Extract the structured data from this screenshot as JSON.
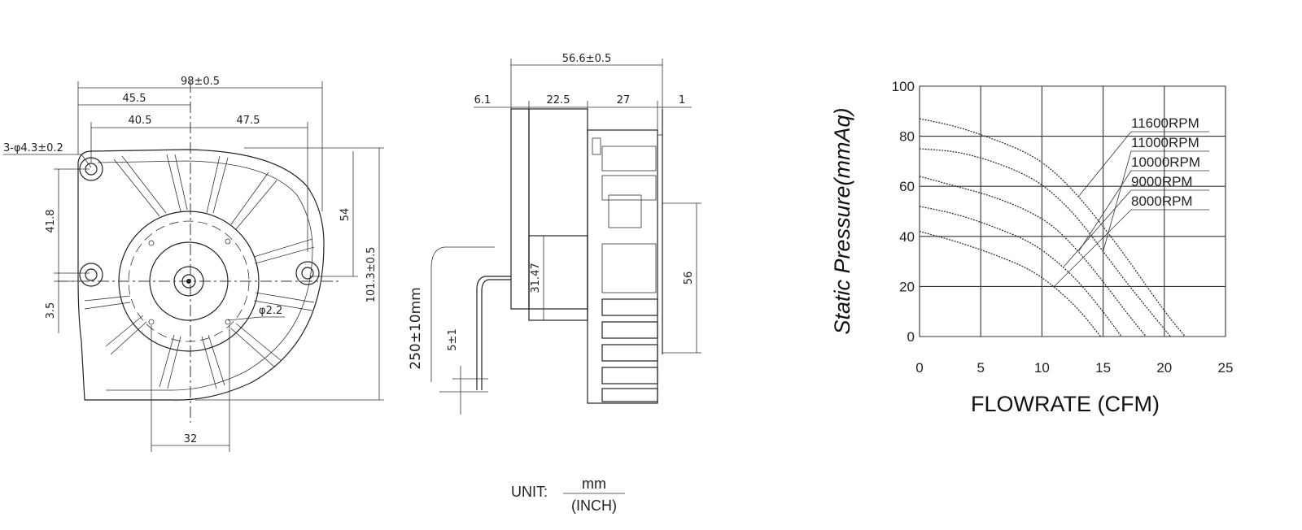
{
  "front_view": {
    "dims": {
      "overall_width": "98±0.5",
      "left_to_center": "45.5",
      "hole_to_center": "40.5",
      "center_to_right": "47.5",
      "holes": "3-φ4.3±0.2",
      "upper_hole_spacing": "41.8",
      "lower_offset": "3.5",
      "right_height": "54",
      "overall_height": "101.3±0.5",
      "hole_dia": "φ2.2",
      "outlet_width": "32"
    }
  },
  "side_view": {
    "dims": {
      "overall_depth": "56.6±0.5",
      "d1": "6.1",
      "d2": "22.5",
      "d3": "27",
      "d4": "1",
      "hub": "31.47",
      "outlet_height": "56",
      "lead_length": "250±10mm",
      "lead_strip": "5±1"
    }
  },
  "unit_note": {
    "label": "UNIT:",
    "numerator": "mm",
    "denominator": "(INCH)"
  },
  "chart_data": {
    "type": "line",
    "xlabel": "FLOWRATE (CFM)",
    "ylabel": "Static  Pressure(mmAq)",
    "xlim": [
      0,
      25
    ],
    "ylim": [
      0,
      100
    ],
    "x_ticks": [
      "0",
      "5",
      "10",
      "15",
      "20",
      "25"
    ],
    "y_ticks": [
      "0",
      "20",
      "40",
      "60",
      "80",
      "100"
    ],
    "grid": true,
    "series": [
      {
        "name": "11600RPM",
        "x": [
          0,
          3,
          6,
          9,
          11,
          13,
          15,
          17,
          19,
          20.5,
          21.7
        ],
        "y": [
          87,
          84,
          79,
          73,
          66,
          56,
          44,
          31,
          17,
          7,
          0
        ]
      },
      {
        "name": "11000RPM",
        "x": [
          0,
          3,
          6,
          9,
          11,
          13,
          15,
          17,
          19,
          20.5
        ],
        "y": [
          75,
          74,
          70,
          64,
          57,
          47,
          34,
          21,
          9,
          0
        ]
      },
      {
        "name": "10000RPM",
        "x": [
          0,
          3,
          6,
          9,
          11,
          13,
          15,
          17,
          18.5
        ],
        "y": [
          64,
          60,
          56,
          50,
          44,
          34,
          22,
          9,
          0
        ]
      },
      {
        "name": "9000RPM",
        "x": [
          0,
          3,
          6,
          9,
          11,
          13,
          15,
          16.5
        ],
        "y": [
          52,
          49,
          44,
          38,
          31,
          22,
          10,
          0
        ]
      },
      {
        "name": "8000RPM",
        "x": [
          0,
          3,
          6,
          9,
          11,
          13,
          14.8
        ],
        "y": [
          42,
          38,
          33,
          27,
          20,
          11,
          0
        ]
      }
    ]
  }
}
